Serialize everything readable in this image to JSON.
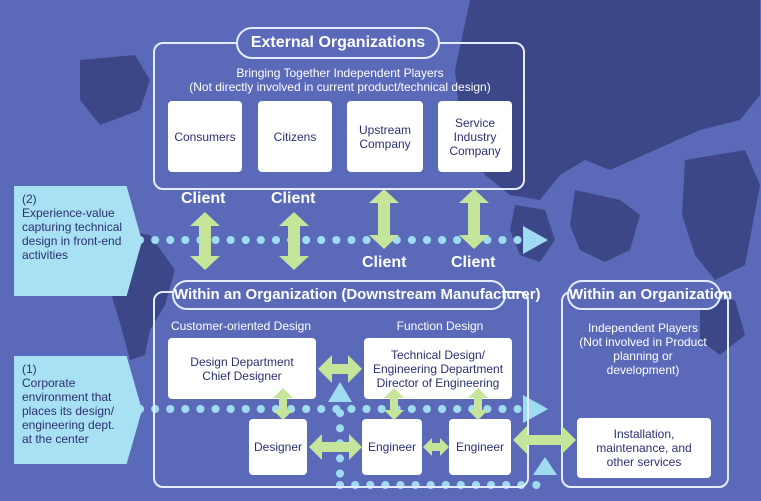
{
  "external": {
    "title": "External Organizations",
    "subtitle": "Bringing Together Independent Players\n(Not directly involved in current product/technical design)",
    "boxes": [
      "Consumers",
      "Citizens",
      "Upstream\nCompany",
      "Service\nIndustry\nCompany"
    ]
  },
  "client_label": "Client",
  "downstream": {
    "title": "Within an Organization (Downstream Manufacturer)",
    "customer_caption": "Customer-oriented Design",
    "function_caption": "Function Design",
    "design_dept": "Design Department\nChief Designer",
    "tech_dept": "Technical Design/\nEngineering Department\nDirector of Engineering",
    "designer": "Designer",
    "engineer": "Engineer"
  },
  "right_org": {
    "title": "Within an Organization",
    "subtitle": "Independent Players\n(Not involved in Product\nplanning or\ndevelopment)",
    "service_box": "Installation,\nmaintenance, and\nother services"
  },
  "side_labels": {
    "item2": "(2)\nExperience-value\ncapturing technical\ndesign in front-end\nactivities",
    "item1": "(1)\nCorporate\nenvironment that\nplaces its design/\nengineering dept.\nat the center"
  },
  "colors": {
    "background": "#5a6ab8",
    "map": "#3c4788",
    "arrow_green": "#c4e59a",
    "dotted_blue": "#9fdcf2",
    "side_label_bg": "#a8e1f3"
  }
}
